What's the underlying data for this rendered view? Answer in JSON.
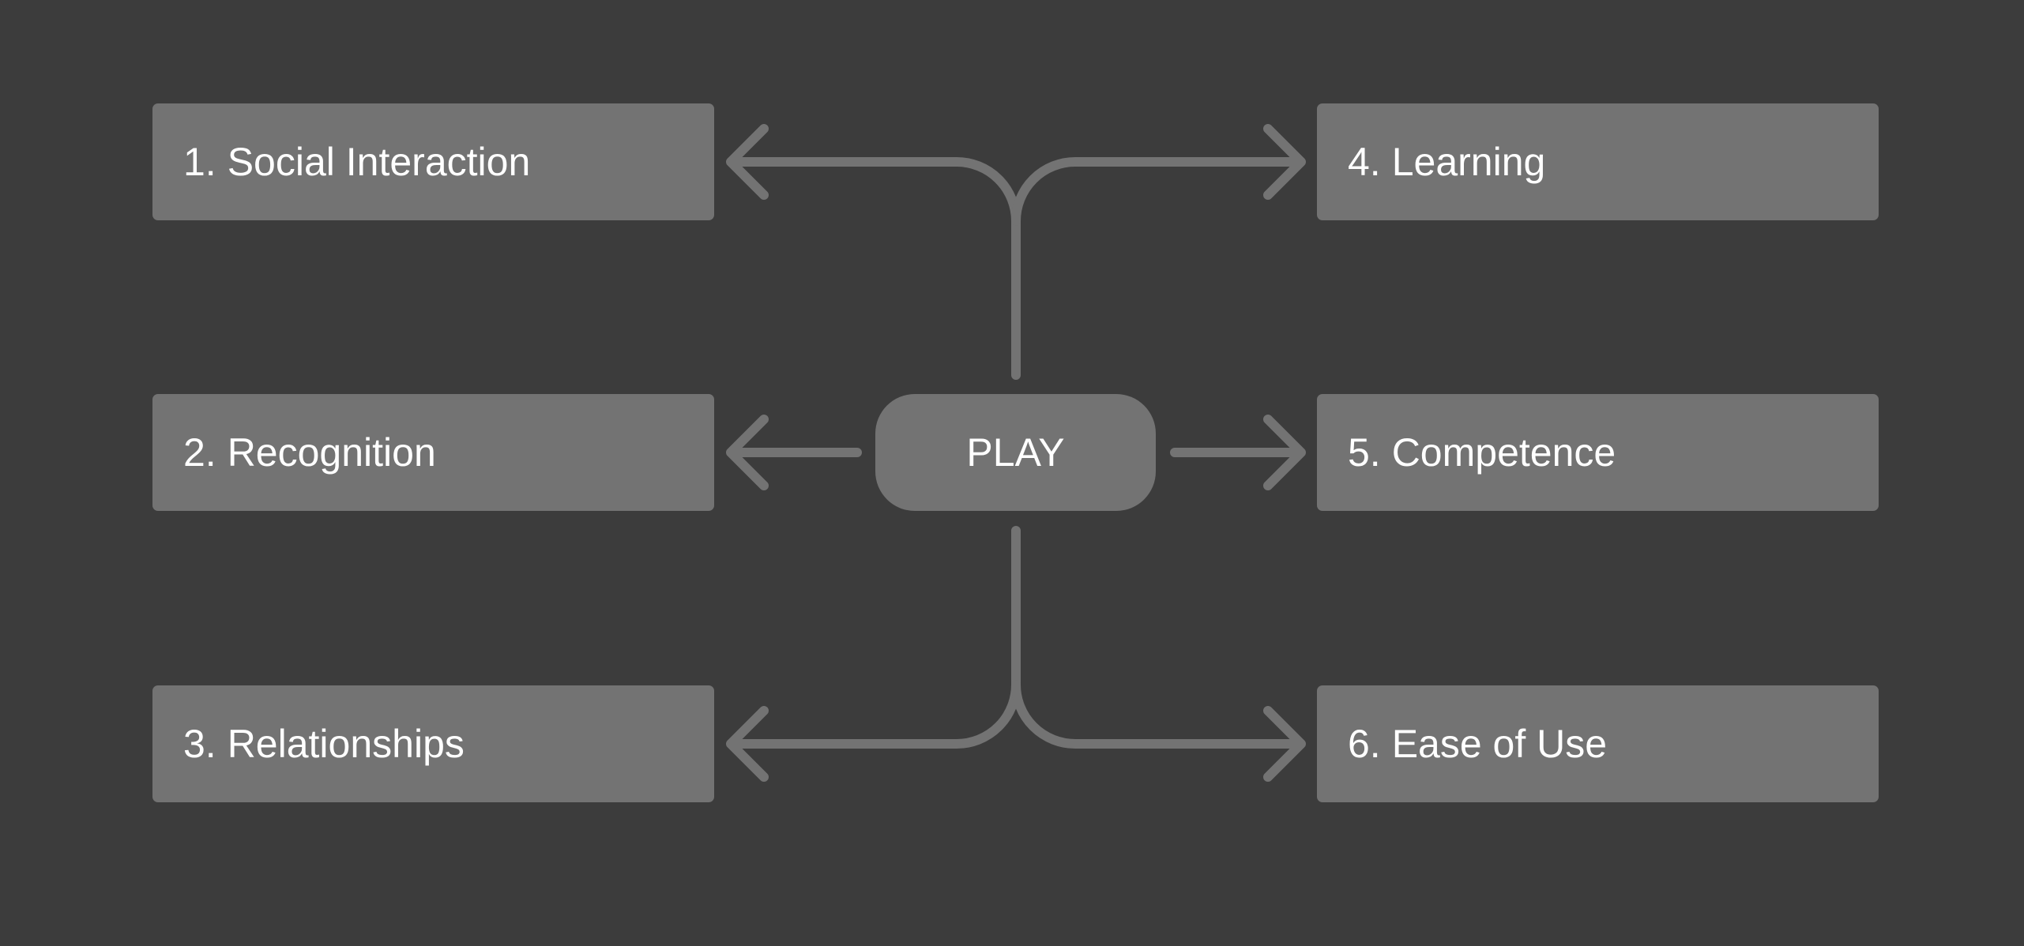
{
  "diagram": {
    "center_label": "PLAY",
    "nodes": [
      {
        "number": "1.",
        "label": "Social Interaction"
      },
      {
        "number": "2.",
        "label": "Recognition"
      },
      {
        "number": "3.",
        "label": "Relationships"
      },
      {
        "number": "4.",
        "label": "Learning"
      },
      {
        "number": "5.",
        "label": "Competence"
      },
      {
        "number": "6.",
        "label": "Ease of Use"
      }
    ],
    "colors": {
      "background": "#3c3c3c",
      "box": "#737373",
      "connector": "#737373",
      "text": "#ffffff"
    }
  }
}
